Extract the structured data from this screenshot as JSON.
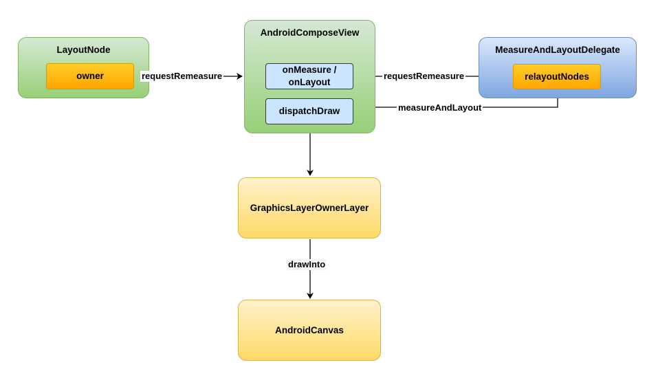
{
  "nodes": {
    "layout_node": {
      "title": "LayoutNode",
      "child": "owner"
    },
    "compose_view": {
      "title": "AndroidComposeView",
      "child_measure_line1": "onMeasure /",
      "child_measure_line2": "onLayout",
      "child_draw": "dispatchDraw"
    },
    "delegate": {
      "title": "MeasureAndLayoutDelegate",
      "child": "relayoutNodes"
    },
    "graphics_layer": {
      "title": "GraphicsLayerOwnerLayer"
    },
    "canvas": {
      "title": "AndroidCanvas"
    }
  },
  "edges": {
    "owner_to_measure": "requestRemeasure",
    "measure_to_relayout": "requestRemeasure",
    "layout_to_relayout": "measureAndLayout",
    "layer_to_canvas": "drawInto"
  },
  "colors": {
    "green_fill": "#97d077",
    "blue_fill": "#7ea6e0",
    "yellow_fill": "#ffd966",
    "orange_fill": "#ffa500",
    "lightblue_fill": "#cce5ff"
  }
}
